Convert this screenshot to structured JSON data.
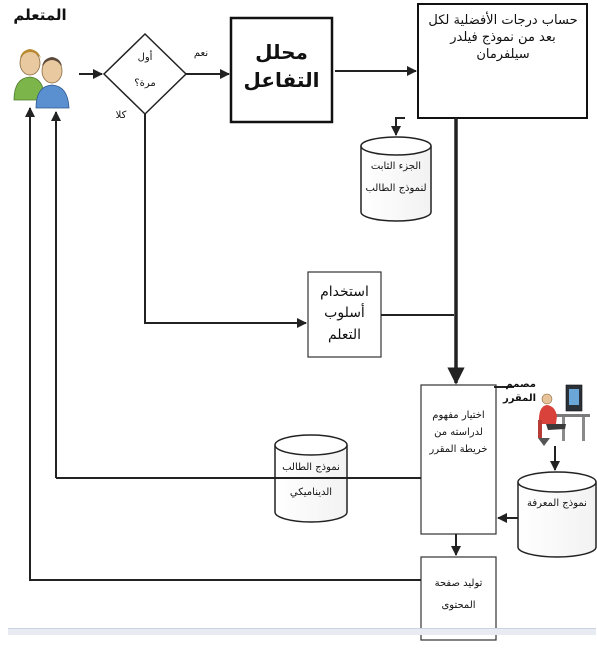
{
  "learner": {
    "label": "المتعلم"
  },
  "decision": {
    "question_line1": "أول",
    "question_line2": "مرة؟",
    "yes_label": "نعم",
    "no_label": "كلا"
  },
  "interaction": {
    "line1": "محلل",
    "line2": "التفاعل"
  },
  "computation": {
    "text": "حساب درجات الأفضلية لكل بعد من نموذج فيلدر سيلفرمان"
  },
  "static_model": {
    "line1": "الجزء الثابت",
    "line2": "لنموذج الطالب"
  },
  "learning_style": {
    "line1": "استخدام",
    "line2": "أسلوب",
    "line3": "التعلم"
  },
  "designer": {
    "line1": "مصمم",
    "line2": "المقرر"
  },
  "concept_selection": {
    "text": "اختيار مفهوم لدراسته من خريطة المقرر"
  },
  "dynamic_model": {
    "line1": "نموذج الطالب",
    "line2": "الديناميكي"
  },
  "knowledge_model": {
    "text": "نموذج المعرفة"
  },
  "content_page": {
    "line1": "توليد صفحة",
    "line2": "المحتوى"
  }
}
